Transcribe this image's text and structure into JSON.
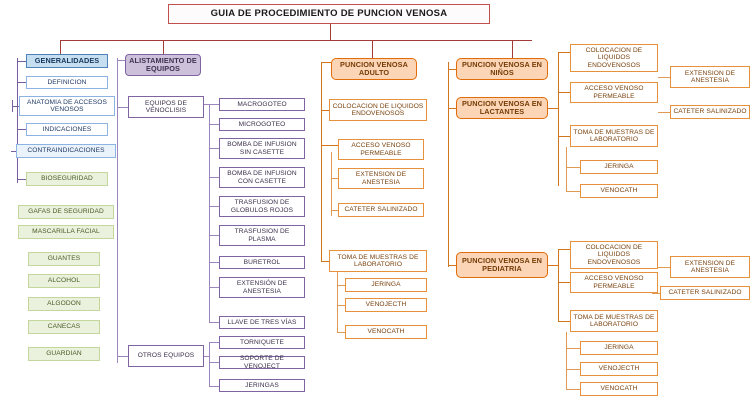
{
  "diagram": {
    "type": "flowchart",
    "title": "GUIA DE PROCEDIMIENTO DE PUNCION VENOSA",
    "branches": {
      "generalidades": {
        "head": "GENERALIDADES",
        "items": [
          "DEFINICION",
          "ANATOMIA DE ACCESOS VENOSOS",
          "INDICACIONES",
          "CONTRAINDICACIONES"
        ],
        "bioseguridad": "BIOSEGURIDAD",
        "supplies": [
          "GAFAS DE SEGURIDAD",
          "MASCARILLA FACIAL",
          "GUANTES",
          "ALCOHOL",
          "ALGODON",
          "CANECAS",
          "GUARDIAN"
        ]
      },
      "alistamiento": {
        "head": "ALISTAMIENTO DE EQUIPOS",
        "venoclisis": {
          "label": "EQUIPOS DE VENOCLISIS",
          "items": [
            "MACROGOTEO",
            "MICROGOTEO",
            "BOMBA DE INFUSION SIN CASETTE",
            "BOMBA DE INFUSION CON CASETTE",
            "TRASFUSION DE GLOBULOS ROJOS",
            "TRASFUSION DE PLASMA",
            "BURETROL",
            "EXTENSIÓN DE ANESTESIA",
            "LLAVE DE TRES VÍAS"
          ]
        },
        "otros": {
          "label": "OTROS EQUIPOS",
          "items": [
            "TORNIQUETE",
            "SOPORTE DE VENOJECT",
            "JERINGAS"
          ]
        }
      },
      "adulto": {
        "head": "PUNCION VENOSA ADULTO",
        "liquidos": "COLOCACION DE LIQUIDOS ENDOVENOSOS",
        "acceso": "ACCESO VENOSO PERMEABLE",
        "acceso_items": [
          "EXTENSION DE ANESTESIA",
          "CATETER SALINIZADO"
        ],
        "muestras": "TOMA DE MUESTRAS DE LABORATORIO",
        "muestras_items": [
          "JERINGA",
          "VENOJECTH",
          "VENOCATH"
        ]
      },
      "ninos": {
        "head": "PUNCION VENOSA EN NIÑOS"
      },
      "lactantes": {
        "head": "PUNCION VENOSA EN LACTANTES",
        "liquidos": "COLOCACION DE LIQUIDOS ENDOVENOSOS",
        "acceso": "ACCESO VENOSO PERMEABLE",
        "acceso_items": [
          "EXTENSION DE ANESTESIA",
          "CATETER SALINIZADO"
        ],
        "muestras": "TOMA DE MUESTRAS DE LABORATORIO",
        "muestras_items": [
          "JERINGA",
          "VENOCATH"
        ]
      },
      "pediatria": {
        "head": "PUNCION VENOSA EN PEDIATRIA",
        "liquidos": "COLOCACION DE LIQUIDOS ENDOVENOSOS",
        "acceso": "ACCESO VENOSO PERMEABLE",
        "acceso_items": [
          "EXTENSION DE ANESTESIA",
          "CATETER SALINIZADO"
        ],
        "muestras": "TOMA DE MUESTRAS DE LABORATORIO",
        "muestras_items": [
          "JERINGA",
          "VENOJECTH",
          "VENOCATH"
        ]
      }
    },
    "colors": {
      "title_border": "#c0504d",
      "blue_fill": "#c5def0",
      "blue_border": "#4f81bd",
      "green_fill": "#eaf1dd",
      "green_border": "#c3d69b",
      "purple_fill": "#ccc0da",
      "purple_border": "#8064a2",
      "orange_fill": "#fbd5b5",
      "orange_border": "#e36c0a"
    }
  }
}
